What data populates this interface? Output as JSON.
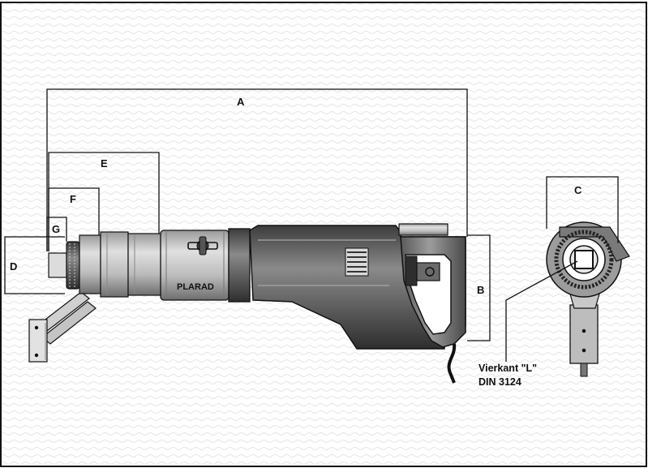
{
  "dimensions": {
    "a": "A",
    "b": "B",
    "c": "C",
    "d": "D",
    "e": "E",
    "f": "F",
    "g": "G"
  },
  "brand": "PLARAD",
  "square_drive": {
    "line1": "Vierkant \"L\"",
    "line2": "DIN 3124"
  },
  "colors": {
    "body_light": "#bdbdbd",
    "body_mid": "#8f8f8f",
    "body_dark": "#4a4a4a",
    "outline": "#111111",
    "texture": "#e2e2e2"
  }
}
